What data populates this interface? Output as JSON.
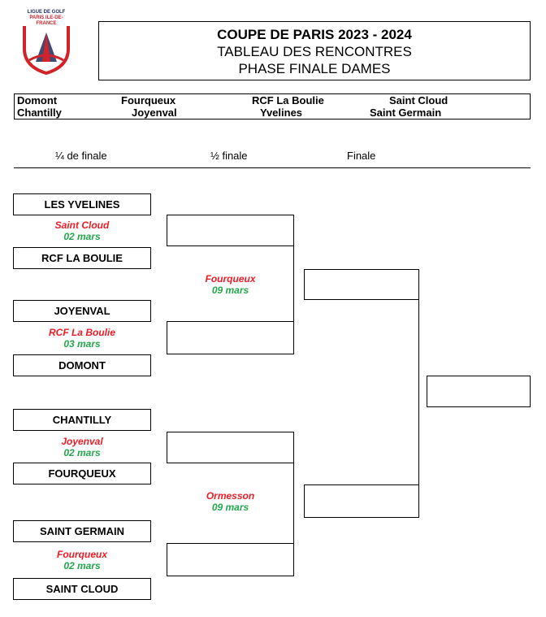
{
  "logo": {
    "text_top": "LIGUE DE GOLF",
    "text_bottom": "PARIS ILE-DE-FRANCE",
    "colors": {
      "red": "#d3232a",
      "navy": "#1f2b5b"
    }
  },
  "header": {
    "title": "COUPE DE PARIS 2023 - 2024",
    "subtitle1": "TABLEAU DES RENCONTRES",
    "subtitle2": "PHASE FINALE DAMES"
  },
  "venues": {
    "row1": [
      "Domont",
      "Fourqueux",
      "RCF La Boulie",
      "Saint Cloud"
    ],
    "row2": [
      "Chantilly",
      "Joyenval",
      "Yvelines",
      "Saint Germain"
    ]
  },
  "rounds": {
    "quarter": "¼ de finale",
    "semi": "½ finale",
    "final": "Finale"
  },
  "quarterfinals": [
    {
      "team1": "LES YVELINES",
      "team2": "RCF LA BOULIE",
      "venue": "Saint Cloud",
      "date": "02 mars"
    },
    {
      "team1": "JOYENVAL",
      "team2": "DOMONT",
      "venue": "RCF La Boulie",
      "date": "03 mars"
    },
    {
      "team1": "CHANTILLY",
      "team2": "FOURQUEUX",
      "venue": "Joyenval",
      "date": "02 mars"
    },
    {
      "team1": "SAINT GERMAIN",
      "team2": "SAINT CLOUD",
      "venue": "Fourqueux",
      "date": "02 mars"
    }
  ],
  "semifinals": [
    {
      "venue": "Fourqueux",
      "date": "09 mars"
    },
    {
      "venue": "Ormesson",
      "date": "09 mars"
    }
  ],
  "colors": {
    "venue": "#ee1c25",
    "date": "#22a84a"
  }
}
